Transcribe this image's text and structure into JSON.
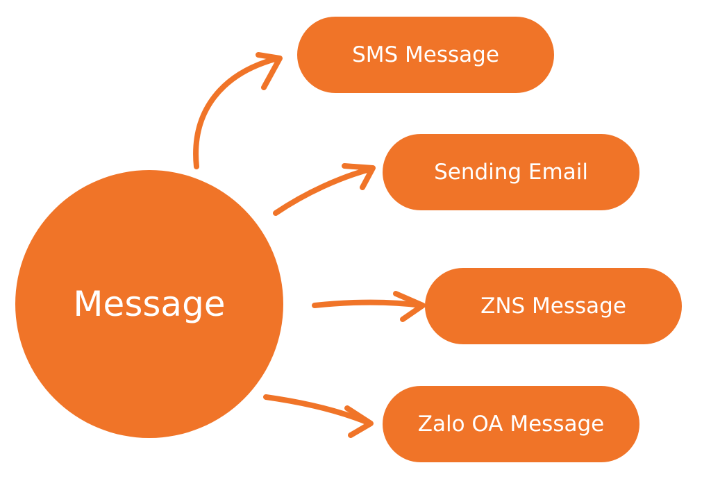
{
  "colors": {
    "accent": "#F07428",
    "text": "#FFFFFF"
  },
  "center": {
    "label": "Message"
  },
  "targets": [
    {
      "label": "SMS Message"
    },
    {
      "label": "Sending Email"
    },
    {
      "label": "ZNS Message"
    },
    {
      "label": "Zalo OA Message"
    }
  ]
}
